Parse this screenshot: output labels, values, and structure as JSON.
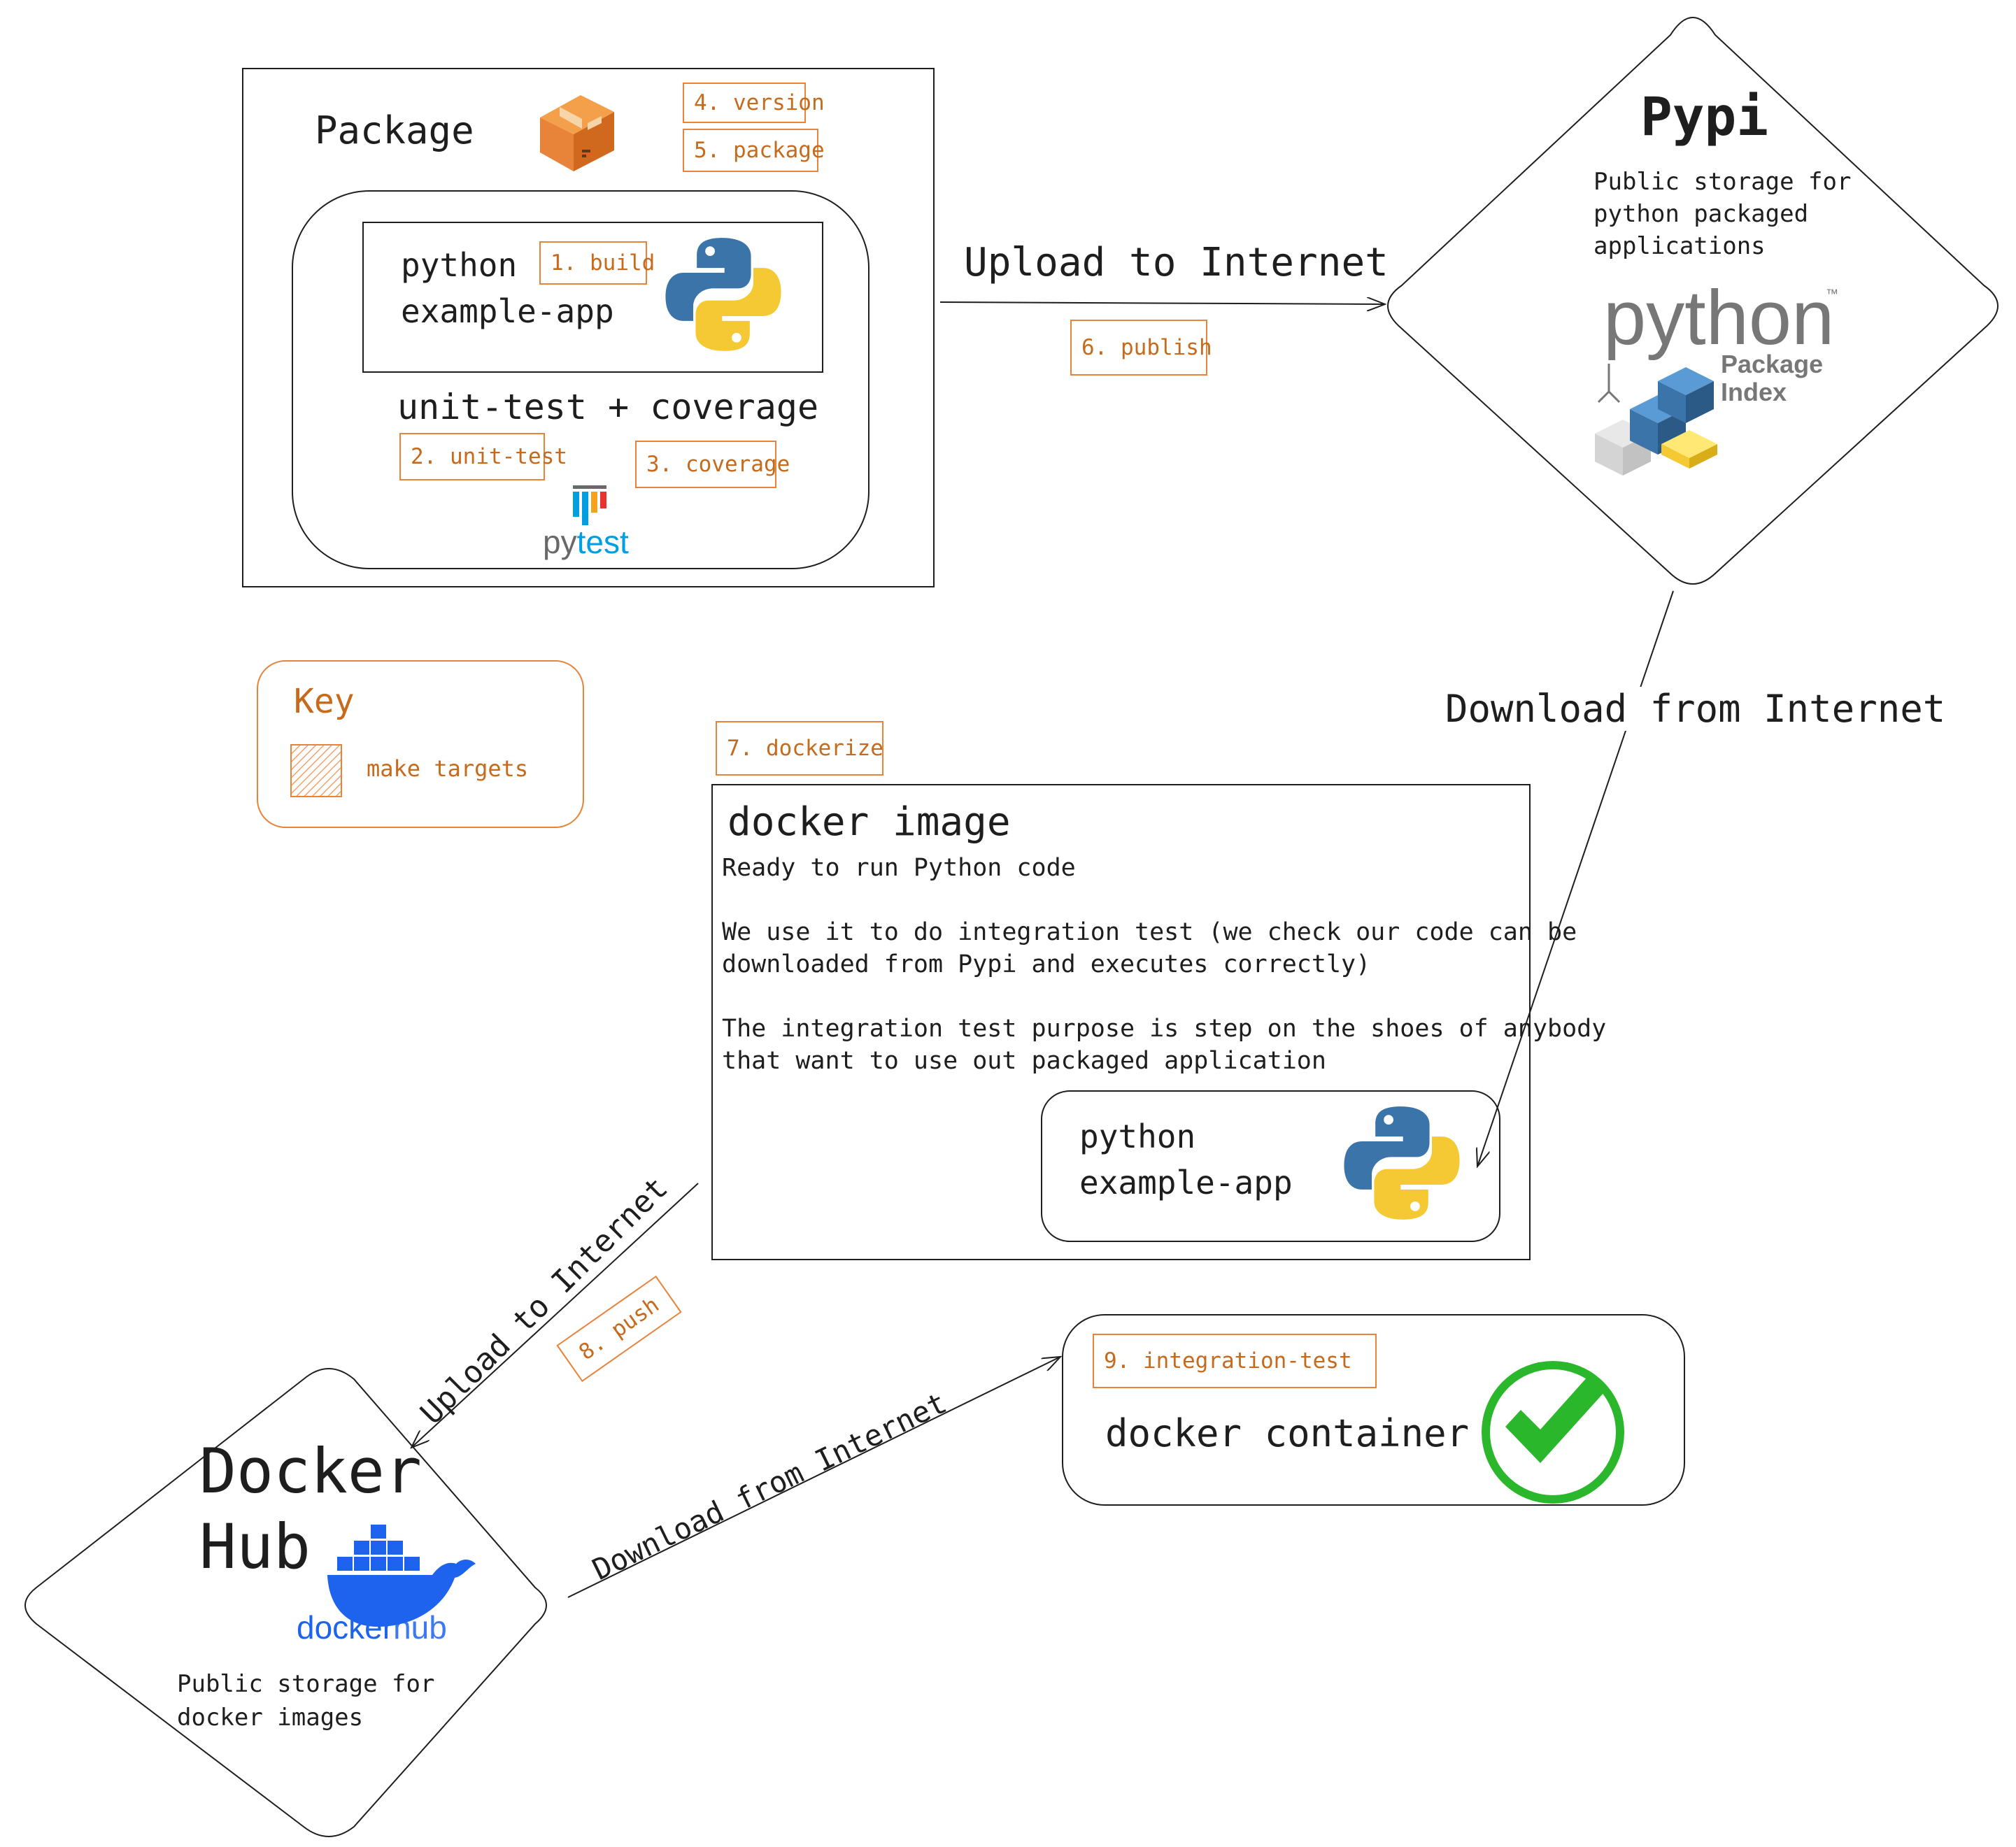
{
  "package": {
    "title": "Package",
    "app_label_line1": "python",
    "app_label_line2": "example-app",
    "tests_label": "unit-test + coverage",
    "pytest_logo": {
      "part1": "py",
      "part2": "test"
    },
    "tags": [
      "4. version",
      "5. package",
      "1. build",
      "2. unit-test",
      "3. coverage"
    ]
  },
  "upload_pypi": {
    "label": "Upload to Internet",
    "tag": "6. publish"
  },
  "pypi": {
    "title": "Pypi",
    "desc_line1": "Public storage for",
    "desc_line2": "python packaged",
    "desc_line3": "applications",
    "logo": {
      "word": "python",
      "tm": "™",
      "sub1": "Package",
      "sub2": "Index"
    }
  },
  "download_pypi": {
    "label": "Download from Internet"
  },
  "key": {
    "title": "Key",
    "item": "make targets"
  },
  "dockerize": {
    "tag": "7. dockerize"
  },
  "docker_image": {
    "title": "docker image",
    "line1": "Ready to run Python code",
    "line2": "We use it to do integration test (we check our code can be",
    "line3": "downloaded from Pypi and executes correctly)",
    "line4": "The integration test purpose is step on the shoes of anybody",
    "line5": "that want to use out packaged application",
    "app_line1": "python",
    "app_line2": "example-app"
  },
  "upload_hub": {
    "label": "Upload to Internet",
    "tag": "8. push"
  },
  "docker_hub": {
    "title_line1": "Docker",
    "title_line2": "Hub",
    "logo": {
      "part1": "docker",
      "part2": "hub"
    },
    "desc_line1": "Public storage for",
    "desc_line2": "docker images"
  },
  "download_hub": {
    "label": "Download from Internet"
  },
  "container": {
    "tag": "9. integration-test",
    "label": "docker container"
  },
  "colors": {
    "accent": "#e8833a",
    "python_blue": "#3b74a8",
    "python_yellow": "#f5c933",
    "docker_blue": "#1d63ed",
    "check_green": "#2bb72b",
    "pytest_blue": "#009fe3"
  }
}
